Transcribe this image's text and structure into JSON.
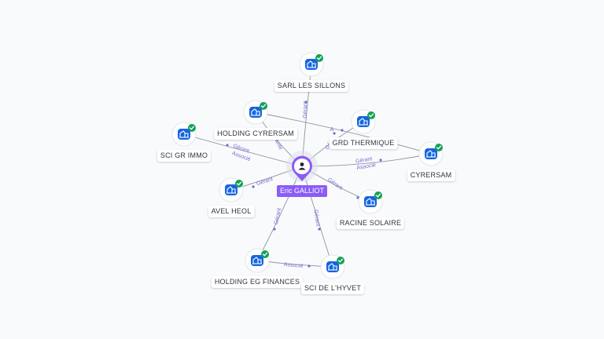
{
  "person": {
    "name": "Eric GALLIOT",
    "icon": "person-icon",
    "color": "#8b5cf6"
  },
  "companies": [
    {
      "id": "sarl-les-sillons",
      "name": "SARL LES SILLONS",
      "icon": "building-icon",
      "status": "check-icon"
    },
    {
      "id": "holding-cyrersam",
      "name": "HOLDING CYRERSAM",
      "icon": "building-icon",
      "status": "check-icon"
    },
    {
      "id": "grd-thermique",
      "name": "GRD THERMIQUE",
      "icon": "building-icon",
      "status": "check-icon"
    },
    {
      "id": "sci-gr-immo",
      "name": "SCI GR IMMO",
      "icon": "building-icon",
      "status": "check-icon"
    },
    {
      "id": "cyrersam",
      "name": "CYRERSAM",
      "icon": "building-icon",
      "status": "check-icon"
    },
    {
      "id": "avel-heol",
      "name": "AVEL HEOL",
      "icon": "building-icon",
      "status": "check-icon"
    },
    {
      "id": "racine-solaire",
      "name": "RACINE SOLAIRE",
      "icon": "building-icon",
      "status": "check-icon"
    },
    {
      "id": "holding-eg-finances",
      "name": "HOLDING EG FINANCES",
      "icon": "building-icon",
      "status": "check-icon"
    },
    {
      "id": "sci-de-lhyvet",
      "name": "SCI DE L'HYVET",
      "icon": "building-icon",
      "status": "check-icon"
    }
  ],
  "edges": [
    {
      "from": "person",
      "to": "sarl-les-sillons",
      "labels": [
        "Gérant"
      ]
    },
    {
      "from": "person",
      "to": "holding-cyrersam",
      "labels": [
        "Gérante"
      ]
    },
    {
      "from": "person",
      "to": "grd-thermique",
      "labels": [
        "Gér"
      ]
    },
    {
      "from": "person",
      "to": "sci-gr-immo",
      "labels": [
        "Gérant",
        "Associé"
      ]
    },
    {
      "from": "person",
      "to": "cyrersam",
      "labels": [
        "Gérant",
        "Associé"
      ]
    },
    {
      "from": "person",
      "to": "avel-heol",
      "labels": [
        "Gérant"
      ]
    },
    {
      "from": "person",
      "to": "racine-solaire",
      "labels": [
        "Gérant"
      ]
    },
    {
      "from": "person",
      "to": "holding-eg-finances",
      "labels": [
        "Gérant"
      ]
    },
    {
      "from": "person",
      "to": "sci-de-lhyvet",
      "labels": [
        "Gérant"
      ]
    },
    {
      "from": "holding-eg-finances",
      "to": "sci-de-lhyvet",
      "labels": [
        "Associé"
      ]
    },
    {
      "from": "holding-cyrersam",
      "to": "cyrersam",
      "labels": [
        "A"
      ]
    }
  ],
  "colors": {
    "company": "#1565e0",
    "check": "#14a05a",
    "edge_label": "#6f6fd2",
    "person": "#8b5cf6"
  }
}
